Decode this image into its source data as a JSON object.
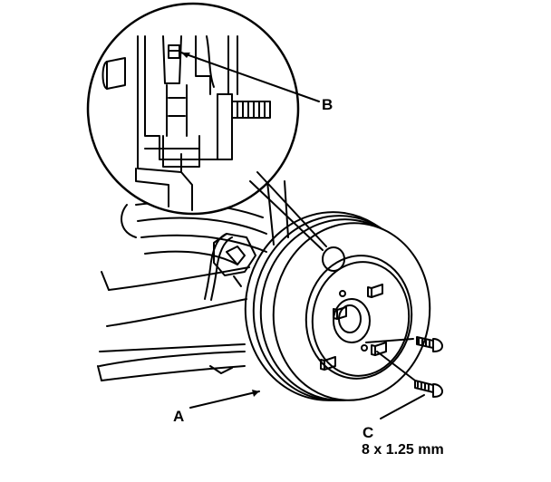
{
  "diagram": {
    "callouts": {
      "a": "A",
      "b": "B",
      "c": "C",
      "c_spec": "8 x 1.25 mm"
    },
    "colors": {
      "line": "#000000",
      "fill": "#ffffff"
    }
  }
}
